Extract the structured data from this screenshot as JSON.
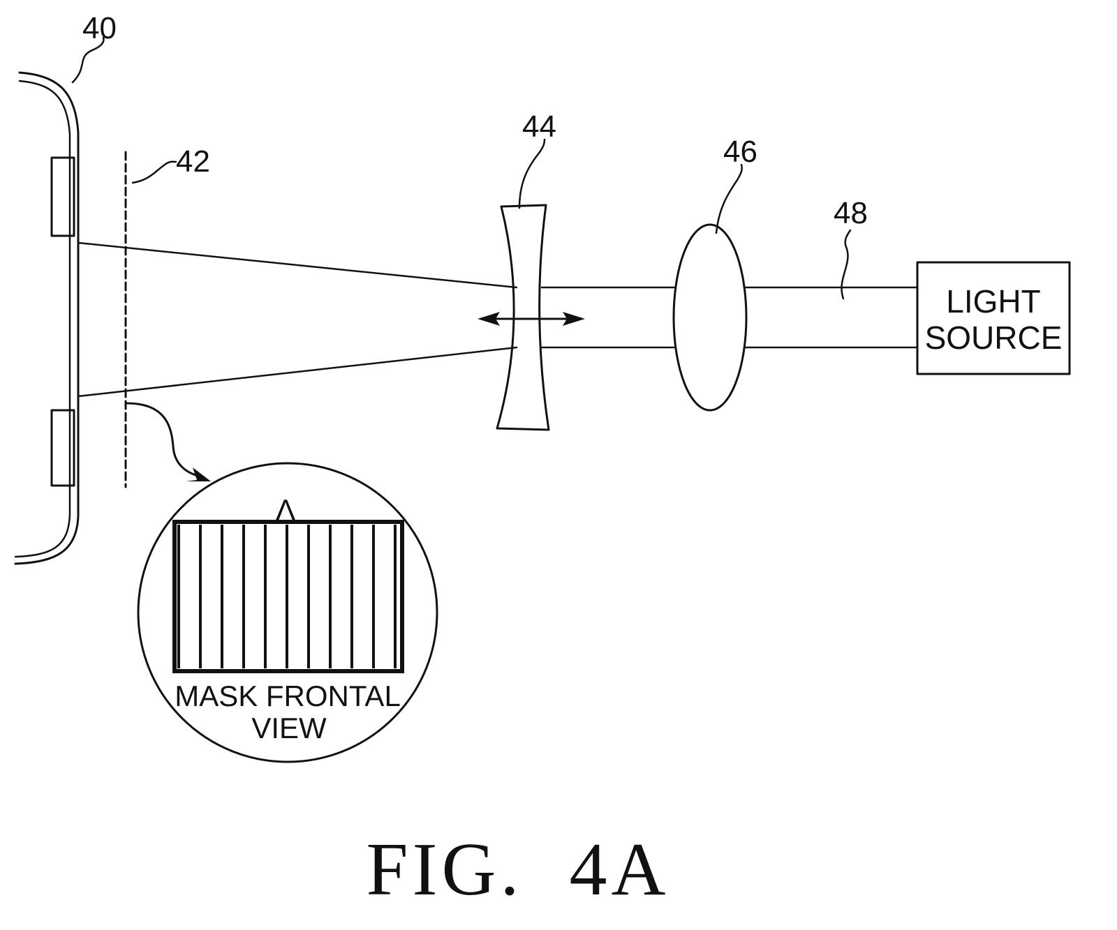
{
  "labels": {
    "screen": "40",
    "mask": "42",
    "concave_lens": "44",
    "convex_lens": "46",
    "beam": "48"
  },
  "light_source": {
    "line1": "LIGHT",
    "line2": "SOURCE"
  },
  "inset": {
    "symbol": "Λ",
    "line1": "MASK FRONTAL",
    "line2": "VIEW"
  },
  "caption": "FIG.  4A"
}
